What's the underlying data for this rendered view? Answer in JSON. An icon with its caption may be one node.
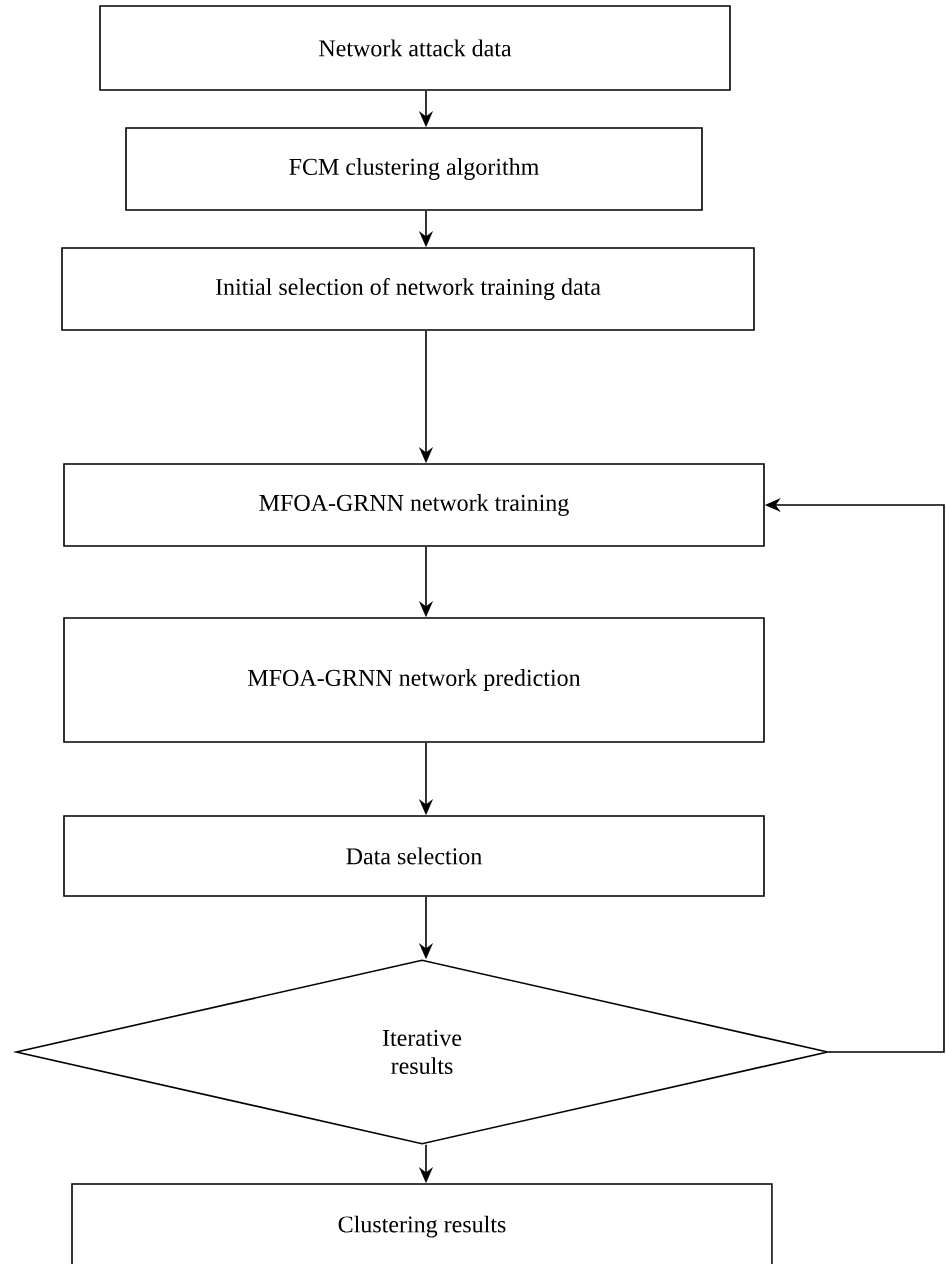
{
  "diagram": {
    "nodes": [
      {
        "text": [
          "Network attack data"
        ]
      },
      {
        "text": [
          "FCM clustering algorithm"
        ]
      },
      {
        "text": [
          "Initial selection of network training data"
        ]
      },
      {
        "text": [
          "MFOA-GRNN network training"
        ]
      },
      {
        "text": [
          "MFOA-GRNN network prediction"
        ]
      },
      {
        "text": [
          "Data selection"
        ]
      },
      {
        "text": [
          "Iterative results"
        ]
      },
      {
        "text": [
          "Clustering results"
        ]
      }
    ],
    "edges": [
      {
        "from": 0,
        "to": 1,
        "arrow": "to"
      },
      {
        "from": 1,
        "to": 2,
        "arrow": "to"
      },
      {
        "from": 2,
        "to": 3,
        "arrow": "to"
      },
      {
        "from": 3,
        "to": 4,
        "arrow": "to"
      },
      {
        "from": 4,
        "to": 5,
        "arrow": "to"
      },
      {
        "from": 5,
        "to": 6,
        "arrow": "to"
      },
      {
        "from": 6,
        "to": 7,
        "arrow": "to"
      },
      {
        "from": 6,
        "to": 3,
        "arrow": "to"
      }
    ]
  }
}
